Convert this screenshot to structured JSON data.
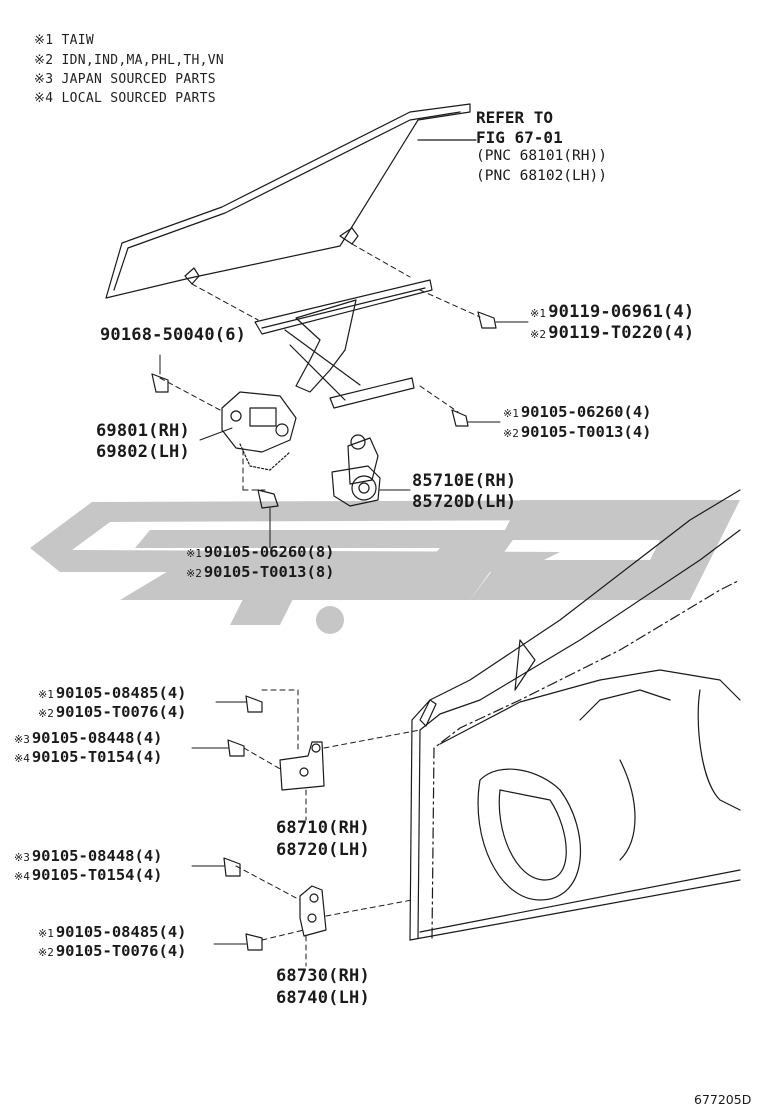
{
  "notes": [
    "※1 TAIW",
    "※2 IDN,IND,MA,PHL,TH,VN",
    "※3 JAPAN SOURCED PARTS",
    "※4 LOCAL SOURCED PARTS"
  ],
  "refer": {
    "line1": "REFER TO",
    "line2": "FIG 67-01",
    "line3": "(PNC 68101(RH))",
    "line4": "(PNC 68102(LH))"
  },
  "parts": {
    "bolt_top_1": {
      "mark": "※1",
      "pn": "90119-06961(4)"
    },
    "bolt_top_2": {
      "mark": "※2",
      "pn": "90119-T0220(4)"
    },
    "screw_left": {
      "pn": "90168-50040(6)"
    },
    "bolt_mid_1": {
      "mark": "※1",
      "pn": "90105-06260(4)"
    },
    "bolt_mid_2": {
      "mark": "※2",
      "pn": "90105-T0013(4)"
    },
    "regulator_rh": "69801(RH)",
    "regulator_lh": "69802(LH)",
    "motor_rh": "85710E(RH)",
    "motor_lh": "85720D(LH)",
    "bolt_low_1": {
      "mark": "※1",
      "pn": "90105-06260(8)"
    },
    "bolt_low_2": {
      "mark": "※2",
      "pn": "90105-T0013(8)"
    },
    "hinge_up_bolt_1": {
      "mark": "※1",
      "pn": "90105-08485(4)"
    },
    "hinge_up_bolt_2": {
      "mark": "※2",
      "pn": "90105-T0076(4)"
    },
    "hinge_up_bolt_3": {
      "mark": "※3",
      "pn": "90105-08448(4)"
    },
    "hinge_up_bolt_4": {
      "mark": "※4",
      "pn": "90105-T0154(4)"
    },
    "hinge_upper_rh": "68710(RH)",
    "hinge_upper_lh": "68720(LH)",
    "hinge_lo_bolt_3": {
      "mark": "※3",
      "pn": "90105-08448(4)"
    },
    "hinge_lo_bolt_4": {
      "mark": "※4",
      "pn": "90105-T0154(4)"
    },
    "hinge_lo_bolt_1": {
      "mark": "※1",
      "pn": "90105-08485(4)"
    },
    "hinge_lo_bolt_2": {
      "mark": "※2",
      "pn": "90105-T0076(4)"
    },
    "hinge_lower_rh": "68730(RH)",
    "hinge_lower_lh": "68740(LH)"
  },
  "figure_code": "677205D"
}
